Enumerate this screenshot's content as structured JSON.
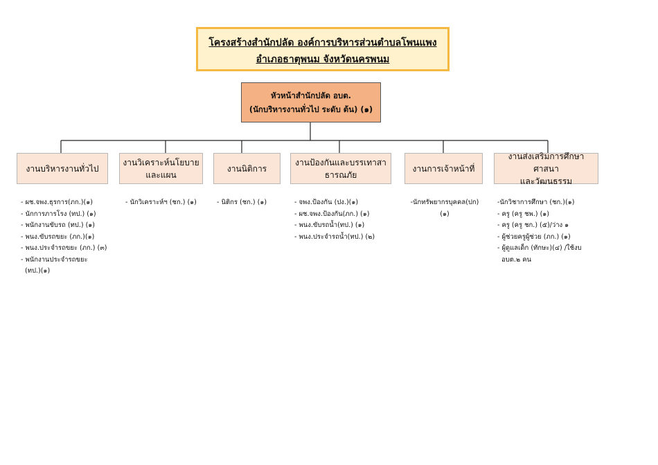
{
  "title": {
    "line1": "โครงสร้างสำนักปลัด  องค์การบริหารส่วนตำบลโพนแพง",
    "line2": "อำเภอธาตุพนม  จังหวัดนครพนม"
  },
  "head": {
    "line1": "หัวหน้าสำนักปลัด อบต.",
    "line2": "(นักบริหารงานทั่วไป ระดับ ต้น) (๑)"
  },
  "departments": [
    {
      "label_lines": [
        "งานบริหารงานทั่วไป"
      ],
      "staff": [
        "- ผช.จพง.ธุรการ(ภก.)(๑)",
        "- นักการภารโรง (ทป.) (๑)",
        "- พนักงานขับรถ (ทป.) (๑)",
        "- พนง.ขับรถขยะ (ภก.)(๑)",
        "- พนง.ประจำรถขยะ (ภก.) (๓)",
        "- พนักงานประจำรถขยะ",
        "  (ทป.)(๑)"
      ]
    },
    {
      "label_lines": [
        "งานวิเคราะห์นโยบาย",
        "และแผน"
      ],
      "staff": [
        "- นักวิเคราะห์ฯ (ชก.) (๑)"
      ]
    },
    {
      "label_lines": [
        "งานนิติการ"
      ],
      "staff": [
        "- นิติกร (ชก.) (๑)"
      ]
    },
    {
      "label_lines": [
        "งานป้องกันและบรรเทาสา",
        "ธารณภัย"
      ],
      "staff": [
        "- จพง.ป้องกัน  (ปง.)(๑)",
        "- ผช.จพง.ป้องกัน(ภก.) (๑)",
        "- พนง.ขับรถน้ำ(ทป.) (๑)",
        "- พนง.ประจำรถน้ำ(ทป.) (๒)"
      ]
    },
    {
      "label_lines": [
        "งานการเจ้าหน้าที่"
      ],
      "staff": [
        "-นักทรัพยากรบุคคล(ปก)",
        "(๑)"
      ]
    },
    {
      "label_lines": [
        "งานส่งเสริมการศึกษา ศาสนา",
        "และวัฒนธรรม"
      ],
      "staff": [
        "-นักวิชาการศึกษา (ชก.)(๑)",
        "- ครู  (ครู ชพ.) (๑)",
        "- ครู  (ครู ชก.) (๕)/ว่าง ๑",
        "- ผู้ช่วยครูผู้ช่วย (ภก.) (๑)",
        "- ผู้ดูแลเด็ก (ทักษะ)(๔)  /ใช้งบ",
        "  อบต.๒ คน"
      ]
    }
  ]
}
